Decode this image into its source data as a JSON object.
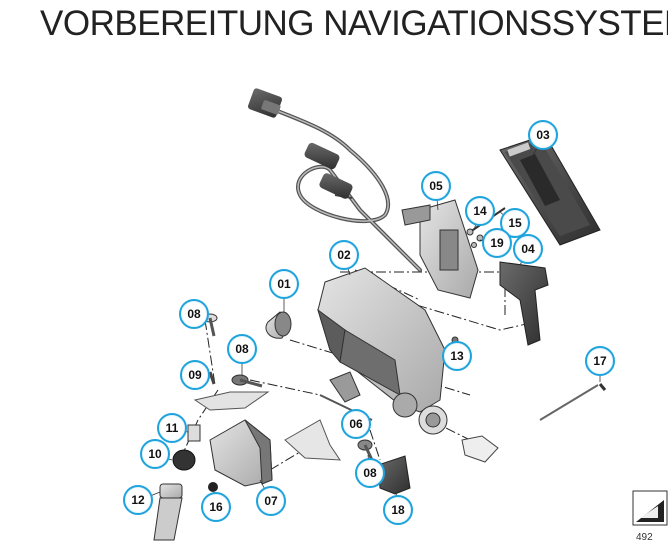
{
  "title": "VORBEREITUNG NAVIGATIONSSYSTEM",
  "accent_color": "#1ea3dd",
  "callouts": [
    "03",
    "05",
    "14",
    "15",
    "19",
    "04",
    "02",
    "01",
    "08",
    "08",
    "13",
    "17",
    "09",
    "11",
    "06",
    "10",
    "08",
    "07",
    "12",
    "16",
    "18"
  ],
  "reference_number": "492"
}
